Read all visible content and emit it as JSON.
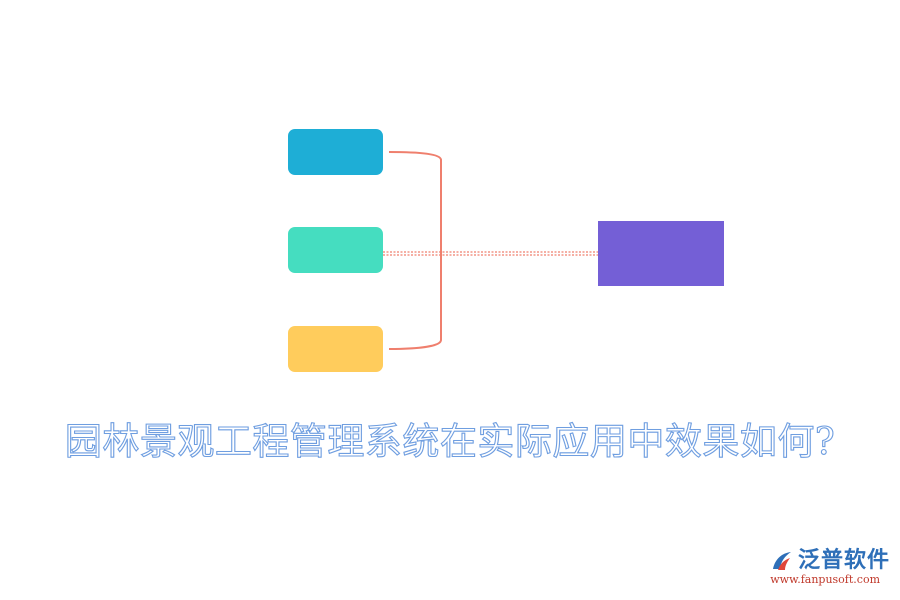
{
  "title": "园林景观工程管理系统在实际应用中效果如何?",
  "colors": {
    "node_1": "#1eaed6",
    "node_2": "#45ddc0",
    "node_3": "#ffcc5c",
    "node_target": "#745fd6",
    "connector": "#ef7f6d"
  },
  "logo": {
    "name": "泛普软件",
    "url": "www.fanpusoft.com",
    "icon": "fanpu-logo-icon"
  }
}
